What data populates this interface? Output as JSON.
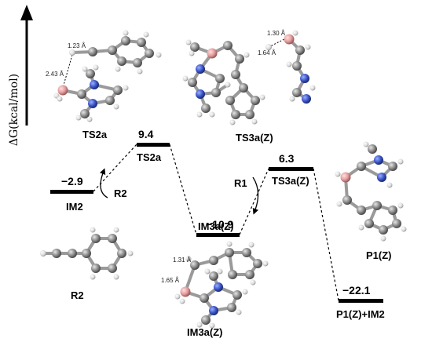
{
  "axis_label": "ΔG(kcal/mol)",
  "levels": [
    {
      "id": "IM2",
      "energy": "−2.9",
      "label": "IM2"
    },
    {
      "id": "TS2a",
      "energy": "9.4",
      "label": "TS2a"
    },
    {
      "id": "IM3a",
      "energy": "−10.9",
      "label": "IM3a(Z)"
    },
    {
      "id": "TS3a",
      "energy": "6.3",
      "label": "TS3a(Z)"
    },
    {
      "id": "P1",
      "energy": "−22.1",
      "label": "P1(Z)+IM2"
    }
  ],
  "arrows": [
    {
      "id": "R2",
      "label": "R2"
    },
    {
      "id": "R1",
      "label": "R1"
    }
  ],
  "structures": [
    {
      "id": "TS2a",
      "label": "TS2a",
      "distances": [
        "1.23 Å",
        "2.43 Å"
      ]
    },
    {
      "id": "TS3a",
      "label": "TS3a(Z)",
      "distances": [
        "1.30 Å",
        "1.64 Å"
      ]
    },
    {
      "id": "IM3a",
      "label": "IM3a(Z)",
      "distances": [
        "1.31 Å",
        "1.65 Å"
      ]
    },
    {
      "id": "R2",
      "label": "R2",
      "distances": []
    },
    {
      "id": "P1",
      "label": "P1(Z)",
      "distances": []
    }
  ],
  "colors": {
    "carbon": "#8a8a8a",
    "hydrogen": "#e0e0e0",
    "nitrogen": "#3a55c8",
    "boron": "#e39c9c",
    "bar": "#000000"
  }
}
